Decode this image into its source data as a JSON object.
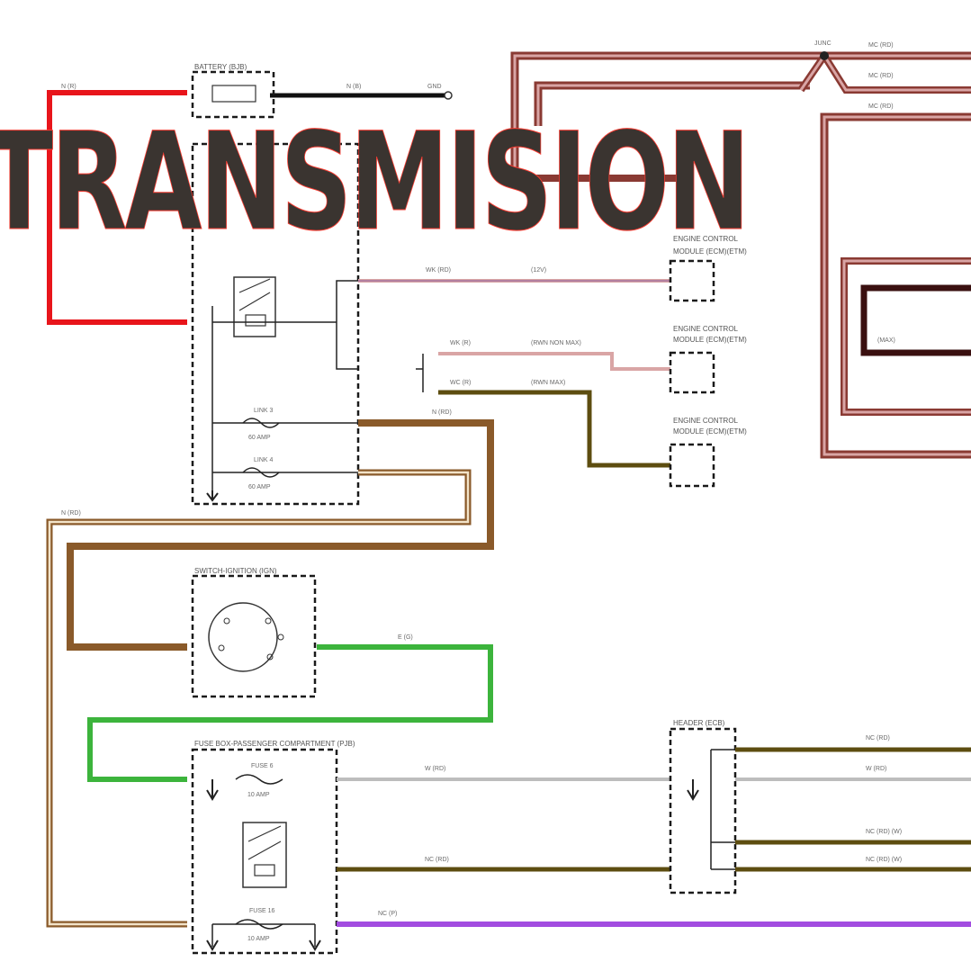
{
  "title": "TRANSMISION",
  "colors": {
    "red": "#e8151b",
    "black": "#111111",
    "brown": "#8a5a2a",
    "maroon": "#8a3a33",
    "pink": "#d9a5a5",
    "olive": "#5d4d10",
    "green": "#3cb43c",
    "purple": "#a24ce0",
    "grey": "#bdbdbd",
    "dark_maroon": "#3a1010"
  },
  "components": {
    "battery_junction": "BATTERY (BJB)",
    "switch_ignition": "SWITCH-IGNITION (IGN)",
    "fuse_box": "FUSE BOX-PASSENGER COMPARTMENT (PJB)",
    "header": "HEADER (ECB)"
  },
  "control_modules": [
    {
      "line1": "ENGINE CONTROL",
      "line2": "MODULE (ECM)(ETM)"
    },
    {
      "line1": "ENGINE CONTROL",
      "line2": "MODULE (ECM)(ETM)"
    },
    {
      "line1": "ENGINE CONTROL",
      "line2": "MODULE (ECM)(ETM)"
    }
  ],
  "fuses": [
    {
      "name": "LINK 3",
      "rating": "60 AMP"
    },
    {
      "name": "LINK 4",
      "rating": "60 AMP"
    },
    {
      "name": "FUSE 6",
      "rating": "10 AMP"
    },
    {
      "name": "FUSE 16",
      "rating": "10 AMP"
    }
  ],
  "wire_labels": {
    "red_top": "N (R)",
    "bat_out": "N (B)",
    "ground": "GND",
    "top_right_1": "MC (RD)",
    "top_right_2": "MC (RD)",
    "top_right_3": "MC (RD)",
    "node": "JUNC",
    "pink": "WK (RD)",
    "pink_tag": "(12V)",
    "ecm_a": "WK (R)",
    "ecm_a_tag": "(RWN NON MAX)",
    "ecm_b": "WC (R)",
    "ecm_b_tag": "(RWN MAX)",
    "brown_a": "N (RD)",
    "brown_b": "N (RD)",
    "green": "E (G)",
    "fuse6_out": "W (RD)",
    "relay_out": "NC (RD)",
    "purple": "NC (P)",
    "right_1": "NC (RD)",
    "right_2": "W (RD)",
    "right_3": "NC (RD) (W)",
    "right_4": "NC (RD) (W)",
    "right_maroon": "(MAX)"
  }
}
